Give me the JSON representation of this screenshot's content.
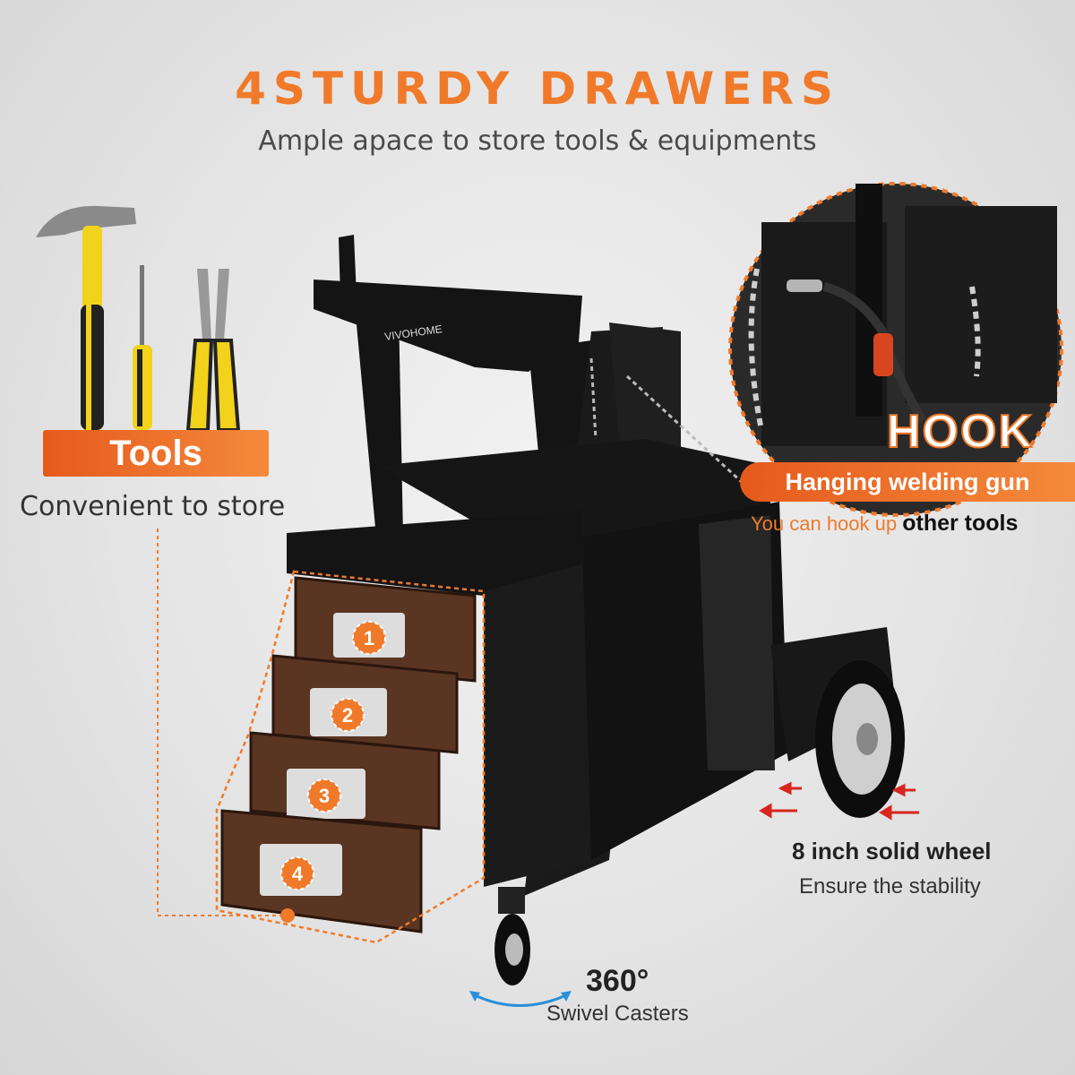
{
  "header": {
    "title": "4STURDY DRAWERS",
    "subtitle": "Ample apace to store tools  &  equipments"
  },
  "tools": {
    "badge": "Tools",
    "caption": "Convenient to store"
  },
  "hook": {
    "title": "HOOK",
    "badge": "Hanging welding gun",
    "note_prefix": "You can hook up ",
    "note_emphasis": "other tools"
  },
  "wheel": {
    "title": "8 inch solid wheel",
    "note": "Ensure the stability"
  },
  "casters": {
    "degrees": "360°",
    "note": "Swivel Casters"
  },
  "drawers": {
    "numbers": [
      "1",
      "2",
      "3",
      "4"
    ]
  },
  "brand": "VIVOHOME",
  "colors": {
    "accent": "#f07a2a",
    "drawer": "#5a3522",
    "cart": "#111111"
  }
}
